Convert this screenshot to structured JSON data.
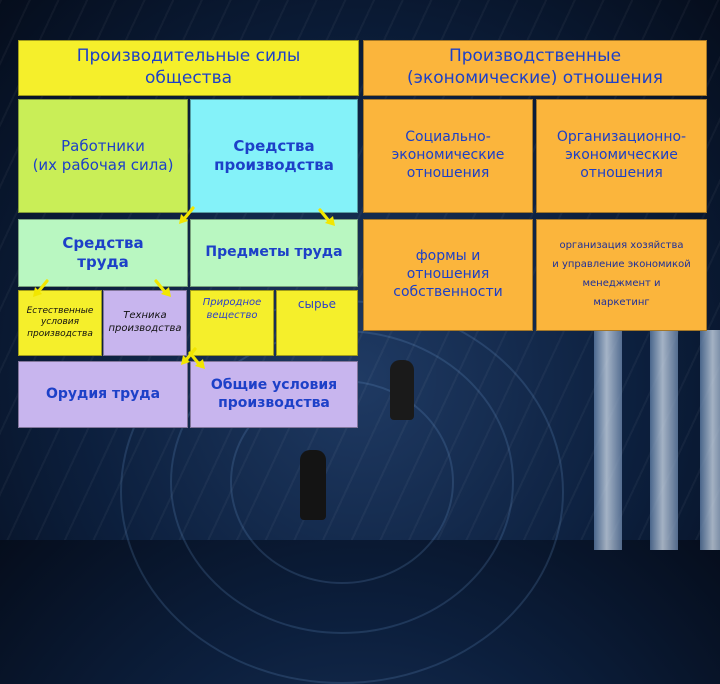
{
  "header": {
    "productive_forces": "Производительные силы\nобщества",
    "production_relations": "Производственные\n(экономические) отношения"
  },
  "productive": {
    "workers": "Работники\n(их рабочая сила)",
    "means_of_production": "Средства\nпроизводства",
    "means_of_labor": "Средства\nтруда",
    "objects_of_labor": "Предметы труда",
    "natural_conditions": "Естественные\nусловия\nпроизводства",
    "technology": "Техника\nпроизводства",
    "natural_substance": "Природное\nвещество",
    "raw_material": "сырье",
    "tools_of_labor": "Орудия труда",
    "general_conditions": "Общие условия\nпроизводства"
  },
  "relations": {
    "socio_economic": "Социально-\nэкономические\nотношения",
    "organizational_economic": "Организационно-\nэкономические\nотношения",
    "ownership_forms": "формы и\nотношения\nсобственности",
    "org_list": [
      "организация хозяйства",
      "и управление экономикой",
      "менеджмент и",
      "маркетинг"
    ]
  },
  "colors": {
    "yellow": "#f5ef2b",
    "green": "#c9ee57",
    "cyan": "#84f2f9",
    "mint": "#b9f7c1",
    "violet": "#c8b5ee",
    "orange": "#fbb53c",
    "text_blue": "#1d40c8",
    "arrow": "#f2e600"
  },
  "icons": [
    "arrow-down-icon"
  ]
}
